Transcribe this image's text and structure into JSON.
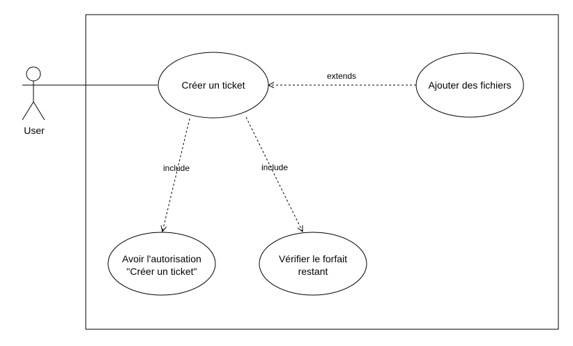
{
  "actor": {
    "label": "User"
  },
  "use_cases": {
    "create_ticket": {
      "label": "Créer un ticket"
    },
    "add_files": {
      "label": "Ajouter des fichiers"
    },
    "authorization": {
      "line1": "Avoir l'autorisation",
      "line2": "\"Créer un ticket\""
    },
    "check_plan": {
      "line1": "Vérifier le forfait",
      "line2": "restant"
    }
  },
  "relations": {
    "extends": {
      "label": "extends"
    },
    "include_left": {
      "label": "include"
    },
    "include_right": {
      "label": "include"
    }
  }
}
